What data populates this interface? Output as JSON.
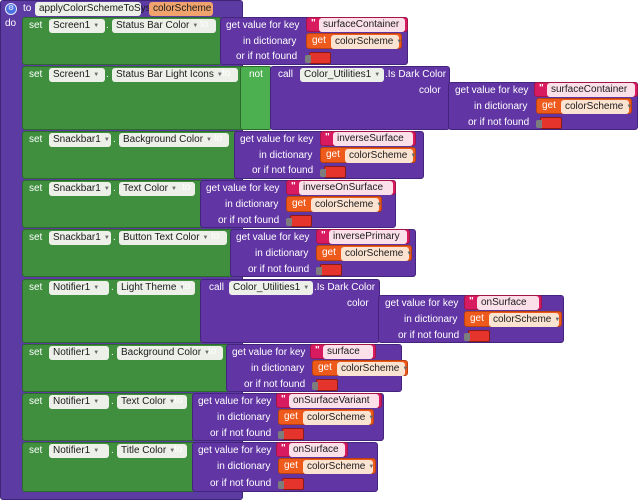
{
  "procedure": {
    "keyword": "to",
    "name": "applyColorSchemeToSystemUI",
    "param": "colorScheme",
    "do_label": "do"
  },
  "labels": {
    "set": "set",
    "to": "to",
    "get_value_for_key": "get value for key",
    "in_dictionary": "in dictionary",
    "or_if_not_found": "or if not found",
    "get": "get",
    "not": "not",
    "call": "call",
    "color": "color",
    "dot": ".",
    "quote": "\""
  },
  "blocks": [
    {
      "component": "Screen1",
      "property": "Status Bar Color",
      "key": "surfaceContainer",
      "variable": "colorScheme"
    },
    {
      "component": "Screen1",
      "property": "Status Bar Light Icons",
      "call_component": "Color_Utilities1",
      "method": ".Is Dark Color",
      "key": "surfaceContainer",
      "variable": "colorScheme"
    },
    {
      "component": "Snackbar1",
      "property": "Background Color",
      "key": "inverseSurface",
      "variable": "colorScheme"
    },
    {
      "component": "Snackbar1",
      "property": "Text Color",
      "key": "inverseOnSurface",
      "variable": "colorScheme"
    },
    {
      "component": "Snackbar1",
      "property": "Button Text Color",
      "key": "inversePrimary",
      "variable": "colorScheme"
    },
    {
      "component": "Notifier1",
      "property": "Light Theme",
      "call_component": "Color_Utilities1",
      "method": ".Is Dark Color",
      "key": "onSurface",
      "variable": "colorScheme"
    },
    {
      "component": "Notifier1",
      "property": "Background Color",
      "key": "surface",
      "variable": "colorScheme"
    },
    {
      "component": "Notifier1",
      "property": "Text Color",
      "key": "onSurfaceVariant",
      "variable": "colorScheme"
    },
    {
      "component": "Notifier1",
      "property": "Title Color",
      "key": "onSurface",
      "variable": "colorScheme"
    }
  ],
  "colors": {
    "procedure": "#5c3ba3",
    "setter": "#3f8f3f",
    "dictionary": "#6135a4",
    "text": "#d81b60",
    "variable": "#ee5a1c",
    "empty_slot": "#e5342b"
  },
  "icons": {
    "mutator": "gear-icon",
    "dropdown": "chevron-down-icon"
  }
}
